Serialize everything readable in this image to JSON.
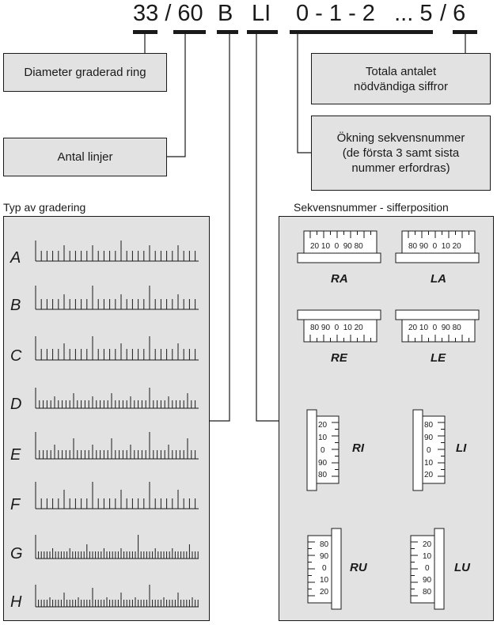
{
  "code": {
    "segments": [
      {
        "text": "33 / 60",
        "meaning": "Diameter graderad ring / Antal linjer"
      },
      {
        "text": "B"
      },
      {
        "text": "LI"
      },
      {
        "text": "0 - 1 - 2   ... 5"
      },
      {
        "text": "/ 6"
      }
    ]
  },
  "boxes": {
    "diameter": "Diameter graderad ring",
    "lines": "Antal linjer",
    "total_line1": "Totala antalet",
    "total_line2": "nödvändiga siffror",
    "increment_line1": "Ökning sekvensnummer",
    "increment_line2": "(de första 3 samt sista",
    "increment_line3": "nummer erfordras)"
  },
  "graduation": {
    "heading": "Typ av gradering",
    "types": [
      "A",
      "B",
      "C",
      "D",
      "E",
      "F",
      "G",
      "H"
    ]
  },
  "sequence": {
    "heading": "Sekvensnummer - sifferposition",
    "horizontal": [
      {
        "label": "RA",
        "digits": "20 10  0  90 80"
      },
      {
        "label": "LA",
        "digits": "80 90  0  10 20"
      },
      {
        "label": "RE",
        "digits": "80 90  0  10 20"
      },
      {
        "label": "LE",
        "digits": "20 10  0  90 80"
      }
    ],
    "vertical": [
      {
        "label": "RI",
        "digits": [
          "20",
          "10",
          "0",
          "90",
          "80"
        ]
      },
      {
        "label": "LI",
        "digits": [
          "80",
          "90",
          "0",
          "10",
          "20"
        ]
      },
      {
        "label": "RU",
        "digits": [
          "80",
          "90",
          "0",
          "10",
          "20"
        ]
      },
      {
        "label": "LU",
        "digits": [
          "20",
          "10",
          "0",
          "90",
          "80"
        ]
      }
    ]
  }
}
